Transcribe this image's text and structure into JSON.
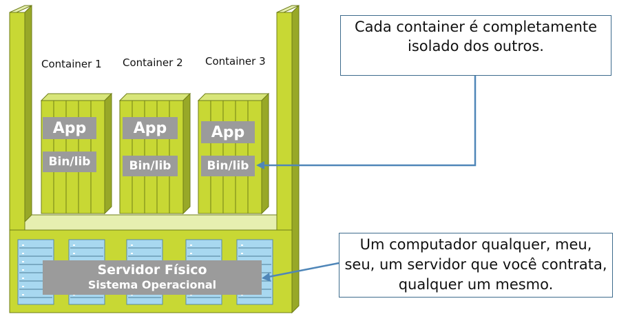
{
  "containers": [
    {
      "label": "Container 1",
      "app": "App",
      "binlib": "Bin/lib"
    },
    {
      "label": "Container 2",
      "app": "App",
      "binlib": "Bin/lib"
    },
    {
      "label": "Container 3",
      "app": "App",
      "binlib": "Bin/lib"
    }
  ],
  "server": {
    "title": "Servidor Físico",
    "os": "Sistema Operacional"
  },
  "callouts": {
    "top": "Cada container é completamente isolado dos outros.",
    "bottom": "Um computador qualquer, meu, seu, um servidor que você contrata, qualquer um mesmo."
  },
  "colors": {
    "frame": "#c8d834",
    "frame_dark": "#8a9a22",
    "frame_light": "#e6efb0",
    "block_gray": "#9b9b9b",
    "rack_blue": "#a8d8f0",
    "arrow": "#4f86b8"
  }
}
